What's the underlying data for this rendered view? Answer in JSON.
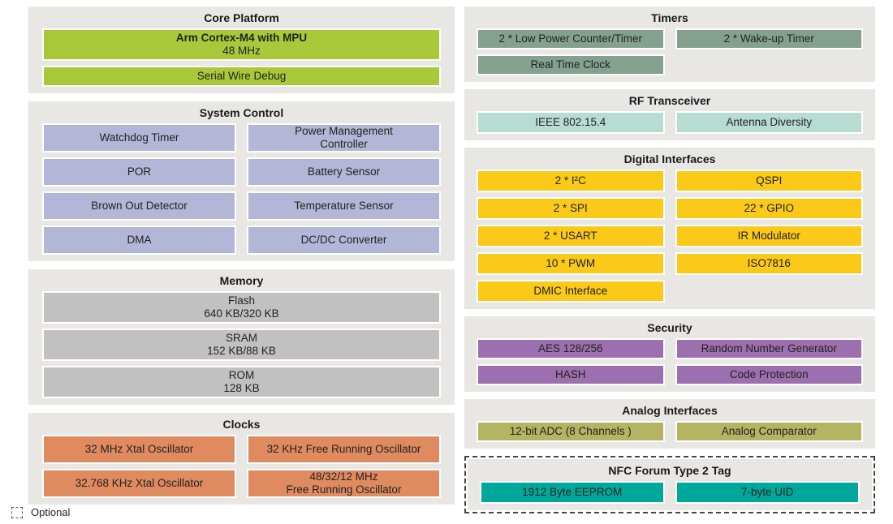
{
  "legend": {
    "label": "Optional"
  },
  "colors": {
    "panel_bg": "#e8e7e4",
    "core_green": "#a9c93a",
    "system_lavender": "#b3b6d6",
    "memory_gray": "#c1c1c1",
    "clocks_orange": "#e08a5f",
    "timers_sage": "#84a18f",
    "rf_mint": "#b7dcd1",
    "digital_yellow": "#fbc917",
    "security_purple": "#9c6fae",
    "analog_olive": "#b5b463",
    "nfc_teal": "#00a79b"
  },
  "sections": {
    "core_platform": {
      "title": "Core Platform",
      "cpu": {
        "line1": "Arm Cortex-M4 with MPU",
        "line2": "48 MHz"
      },
      "debug": "Serial Wire Debug"
    },
    "system_control": {
      "title": "System Control",
      "items": [
        "Watchdog Timer",
        "Power Management\nController",
        "POR",
        "Battery Sensor",
        "Brown Out Detector",
        "Temperature Sensor",
        "DMA",
        "DC/DC Converter"
      ]
    },
    "memory": {
      "title": "Memory",
      "items": [
        {
          "name": "Flash",
          "size": "640 KB/320 KB"
        },
        {
          "name": "SRAM",
          "size": "152 KB/88 KB"
        },
        {
          "name": "ROM",
          "size": "128 KB"
        }
      ]
    },
    "clocks": {
      "title": "Clocks",
      "items": [
        "32 MHz Xtal Oscillator",
        "32 KHz Free Running Oscillator",
        "32.768 KHz Xtal Oscillator",
        "48/32/12 MHz\nFree Running Oscillator"
      ]
    },
    "timers": {
      "title": "Timers",
      "left": [
        "2 * Low Power Counter/Timer",
        "Real Time Clock"
      ],
      "right": [
        "2 * Wake-up Timer"
      ]
    },
    "rf_transceiver": {
      "title": "RF Transceiver",
      "items": [
        "IEEE 802.15.4",
        "Antenna Diversity"
      ]
    },
    "digital_interfaces": {
      "title": "Digital Interfaces",
      "left": [
        "2 * I²C",
        "2 * SPI",
        "2 * USART",
        "10 * PWM",
        "DMIC Interface"
      ],
      "right": [
        "QSPI",
        "22 * GPIO",
        "IR Modulator",
        "ISO7816"
      ]
    },
    "security": {
      "title": "Security",
      "items": [
        "AES 128/256",
        "Random Number Generator",
        "HASH",
        "Code Protection"
      ]
    },
    "analog_interfaces": {
      "title": "Analog Interfaces",
      "items": [
        "12-bit ADC (8 Channels )",
        "Analog Comparator"
      ]
    },
    "nfc": {
      "title": "NFC Forum Type 2 Tag",
      "items": [
        "1912 Byte EEPROM",
        "7-byte UID"
      ]
    }
  }
}
